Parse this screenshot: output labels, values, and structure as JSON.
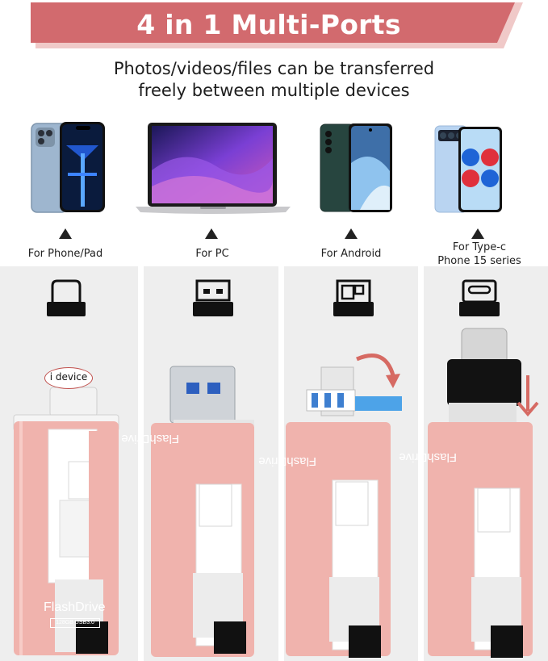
{
  "banner": {
    "title": "4 in 1 Multi-Ports"
  },
  "subtitle": {
    "line1": "Photos/videos/files can be transferred",
    "line2": "freely between multiple devices"
  },
  "devices": [
    {
      "label_line1": "For Phone/Pad",
      "label_line2": ""
    },
    {
      "label_line1": "For PC",
      "label_line2": ""
    },
    {
      "label_line1": "For Android",
      "label_line2": ""
    },
    {
      "label_line1": "For Type-c",
      "label_line2": "Phone 15 series"
    }
  ],
  "callout": {
    "text": "i device"
  },
  "drive": {
    "brand": "FlashDrive",
    "badge": "128GB USB3.0"
  },
  "colors": {
    "banner": "#d26a6e",
    "drive": "#f0b3ad",
    "panel": "#eeeeee",
    "accent_arrow": "#d66a63"
  }
}
